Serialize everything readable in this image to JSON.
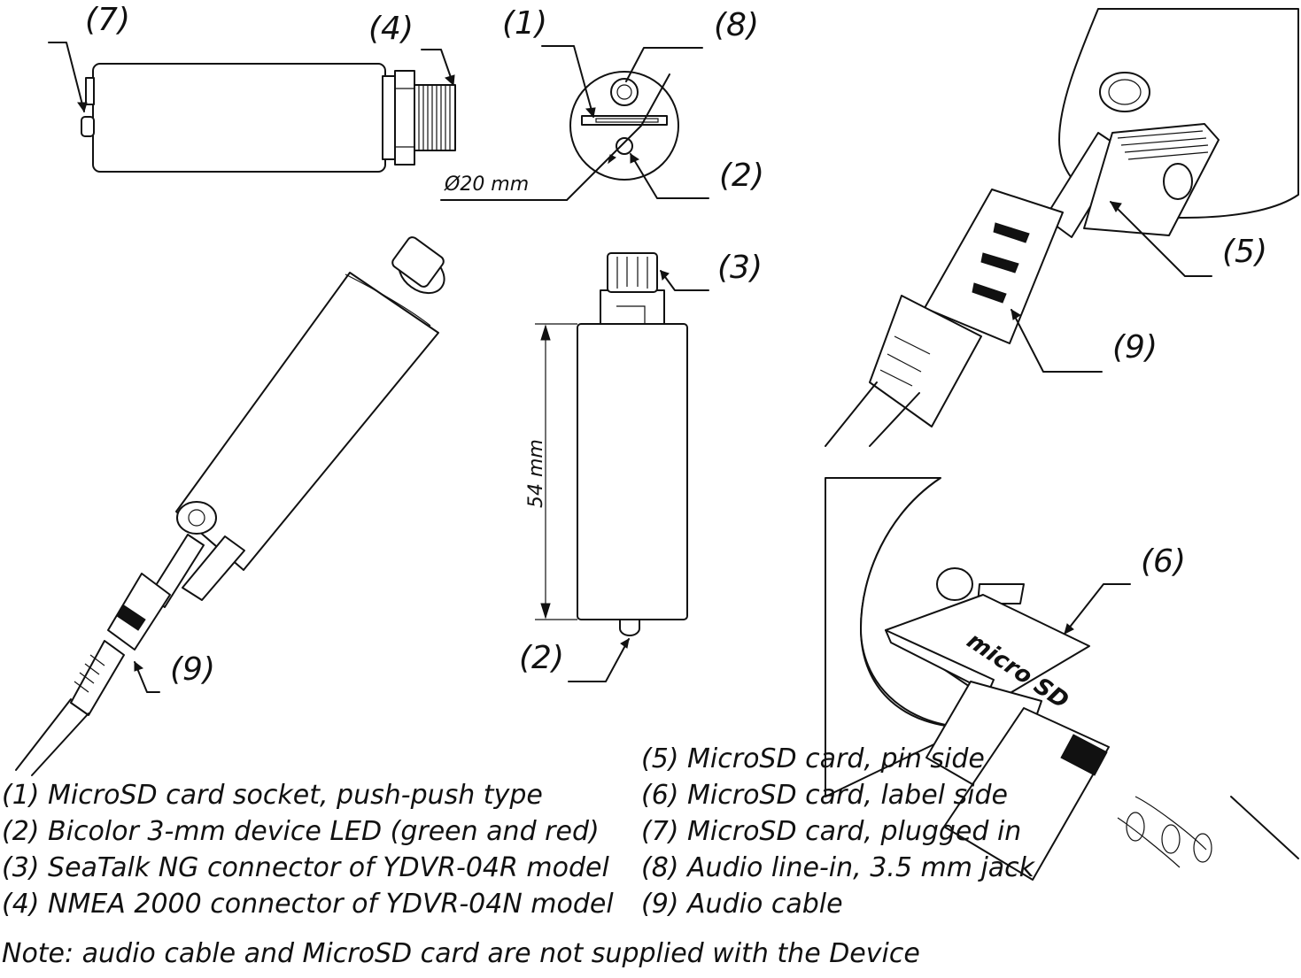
{
  "callouts": {
    "c1": "(1)",
    "c2": "(2)",
    "c3": "(3)",
    "c4": "(4)",
    "c5": "(5)",
    "c6": "(6)",
    "c7": "(7)",
    "c8": "(8)",
    "c9": "(9)"
  },
  "dimensions": {
    "diameter": "Ø20 mm",
    "length": "54 mm"
  },
  "card_label": "micro SD",
  "legend": {
    "left": [
      "(1) MicroSD card socket, push-push type",
      "(2) Bicolor 3-mm device LED (green and red)",
      "(3) SeaTalk NG connector of YDVR-04R model",
      "(4) NMEA 2000 connector of YDVR-04N model"
    ],
    "right": [
      "(5) MicroSD card, pin side",
      "(6) MicroSD card, label side",
      "(7) MicroSD card, plugged in",
      "(8) Audio line-in, 3.5 mm jack",
      "(9) Audio cable"
    ]
  },
  "note": "Note: audio cable and MicroSD card are not supplied with the Device"
}
